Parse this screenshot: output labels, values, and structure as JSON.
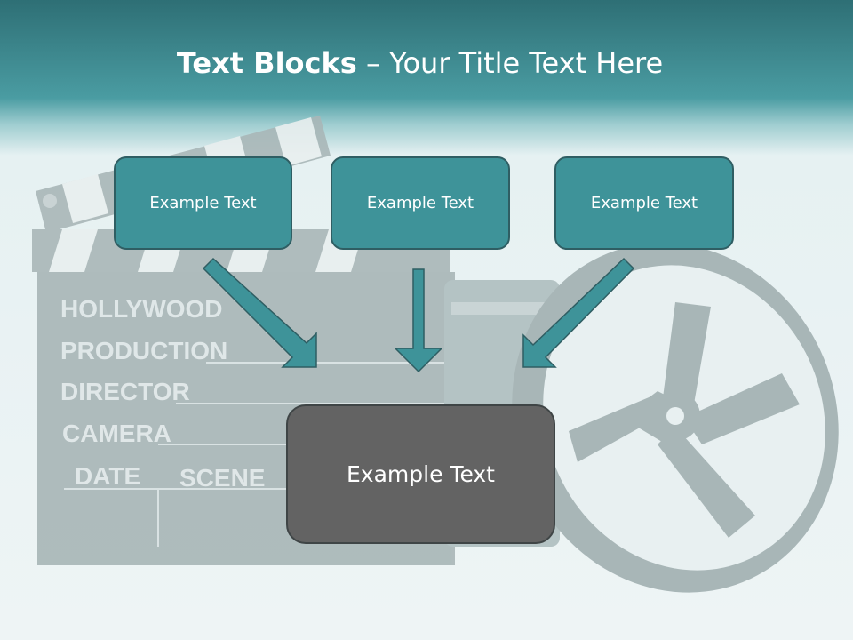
{
  "slide": {
    "title_bold": "Text Blocks",
    "title_dash": " – ",
    "title_rest": "Your Title Text Here"
  },
  "blocks": {
    "top_left": "Example Text",
    "top_center": "Example Text",
    "top_right": "Example Text",
    "main": "Example Text"
  },
  "background_image": {
    "clapperboard_labels": [
      "HOLLYWOOD",
      "PRODUCTION",
      "DIRECTOR",
      "CAMERA",
      "DATE",
      "SCENE"
    ]
  },
  "colors": {
    "header_teal": "#3e9399",
    "block_teal": "#3e9399",
    "main_block_gray": "#636363",
    "arrow_teal": "#3e9399"
  }
}
